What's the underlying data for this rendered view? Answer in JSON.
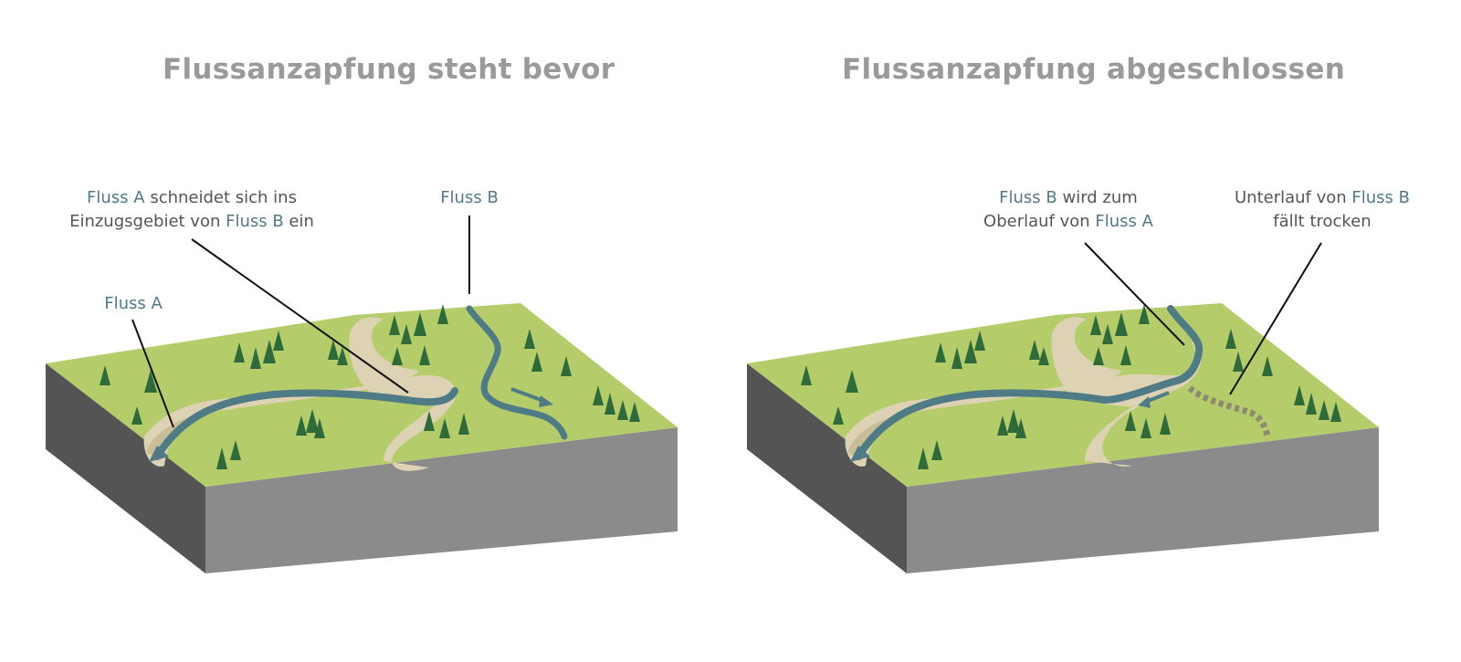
{
  "colors": {
    "title": "#9a9a9a",
    "label_text": "#555555",
    "river_name": "#4f7b86",
    "grass": "#b5cc6a",
    "river": "#4f7b86",
    "valley": "#ddd3b4",
    "block_front": "#8b8b8b",
    "block_side": "#545454",
    "tree": "#2f6a3a",
    "dry_bed": "#8e8a72"
  },
  "left": {
    "title": "Flussanzapfung steht bevor",
    "label_cut": {
      "l1_a": "Fluss A",
      "l1_b": " schneidet sich ins",
      "l2_a": "Einzugsgebiet von ",
      "l2_b": "Fluss B",
      "l2_c": " ein"
    },
    "label_b": "Fluss B",
    "label_a": "Fluss A"
  },
  "right": {
    "title": "Flussanzapfung abgeschlossen",
    "label_becomes": {
      "l1_a": "Fluss B",
      "l1_b": " wird zum",
      "l2_a": "Oberlauf von ",
      "l2_b": "Fluss A"
    },
    "label_dry": {
      "l1_a": "Unterlauf von ",
      "l1_b": "Fluss B",
      "l2": "fällt trocken"
    }
  }
}
